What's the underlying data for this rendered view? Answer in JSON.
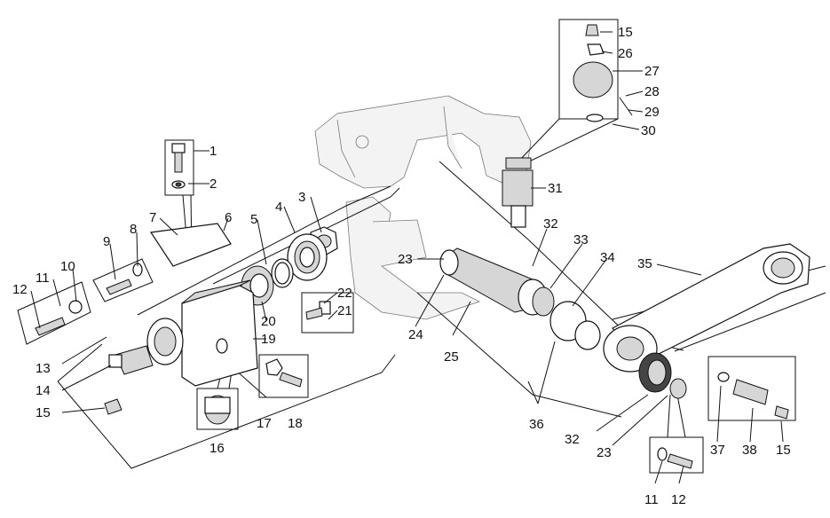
{
  "callouts": [
    {
      "id": "c1",
      "text": "1"
    },
    {
      "id": "c2",
      "text": "2"
    },
    {
      "id": "c3",
      "text": "3"
    },
    {
      "id": "c4",
      "text": "4"
    },
    {
      "id": "c5",
      "text": "5"
    },
    {
      "id": "c6",
      "text": "6"
    },
    {
      "id": "c7",
      "text": "7"
    },
    {
      "id": "c8",
      "text": "8"
    },
    {
      "id": "c9",
      "text": "9"
    },
    {
      "id": "c10",
      "text": "10"
    },
    {
      "id": "c11a",
      "text": "11"
    },
    {
      "id": "c12a",
      "text": "12"
    },
    {
      "id": "c13",
      "text": "13"
    },
    {
      "id": "c14",
      "text": "14"
    },
    {
      "id": "c15a",
      "text": "15"
    },
    {
      "id": "c16",
      "text": "16"
    },
    {
      "id": "c17",
      "text": "17"
    },
    {
      "id": "c18",
      "text": "18"
    },
    {
      "id": "c19",
      "text": "19"
    },
    {
      "id": "c20",
      "text": "20"
    },
    {
      "id": "c21",
      "text": "21"
    },
    {
      "id": "c22",
      "text": "22"
    },
    {
      "id": "c23a",
      "text": "23"
    },
    {
      "id": "c24",
      "text": "24"
    },
    {
      "id": "c25",
      "text": "25"
    },
    {
      "id": "c15b",
      "text": "15"
    },
    {
      "id": "c26",
      "text": "26"
    },
    {
      "id": "c27",
      "text": "27"
    },
    {
      "id": "c28",
      "text": "28"
    },
    {
      "id": "c29",
      "text": "29"
    },
    {
      "id": "c30",
      "text": "30"
    },
    {
      "id": "c31",
      "text": "31"
    },
    {
      "id": "c32a",
      "text": "32"
    },
    {
      "id": "c33",
      "text": "33"
    },
    {
      "id": "c34",
      "text": "34"
    },
    {
      "id": "c35",
      "text": "35"
    },
    {
      "id": "c36",
      "text": "36"
    },
    {
      "id": "c32b",
      "text": "32"
    },
    {
      "id": "c23b",
      "text": "23"
    },
    {
      "id": "c37",
      "text": "37"
    },
    {
      "id": "c38",
      "text": "38"
    },
    {
      "id": "c15c",
      "text": "15"
    },
    {
      "id": "c11b",
      "text": "11"
    },
    {
      "id": "c12b",
      "text": "12"
    }
  ]
}
